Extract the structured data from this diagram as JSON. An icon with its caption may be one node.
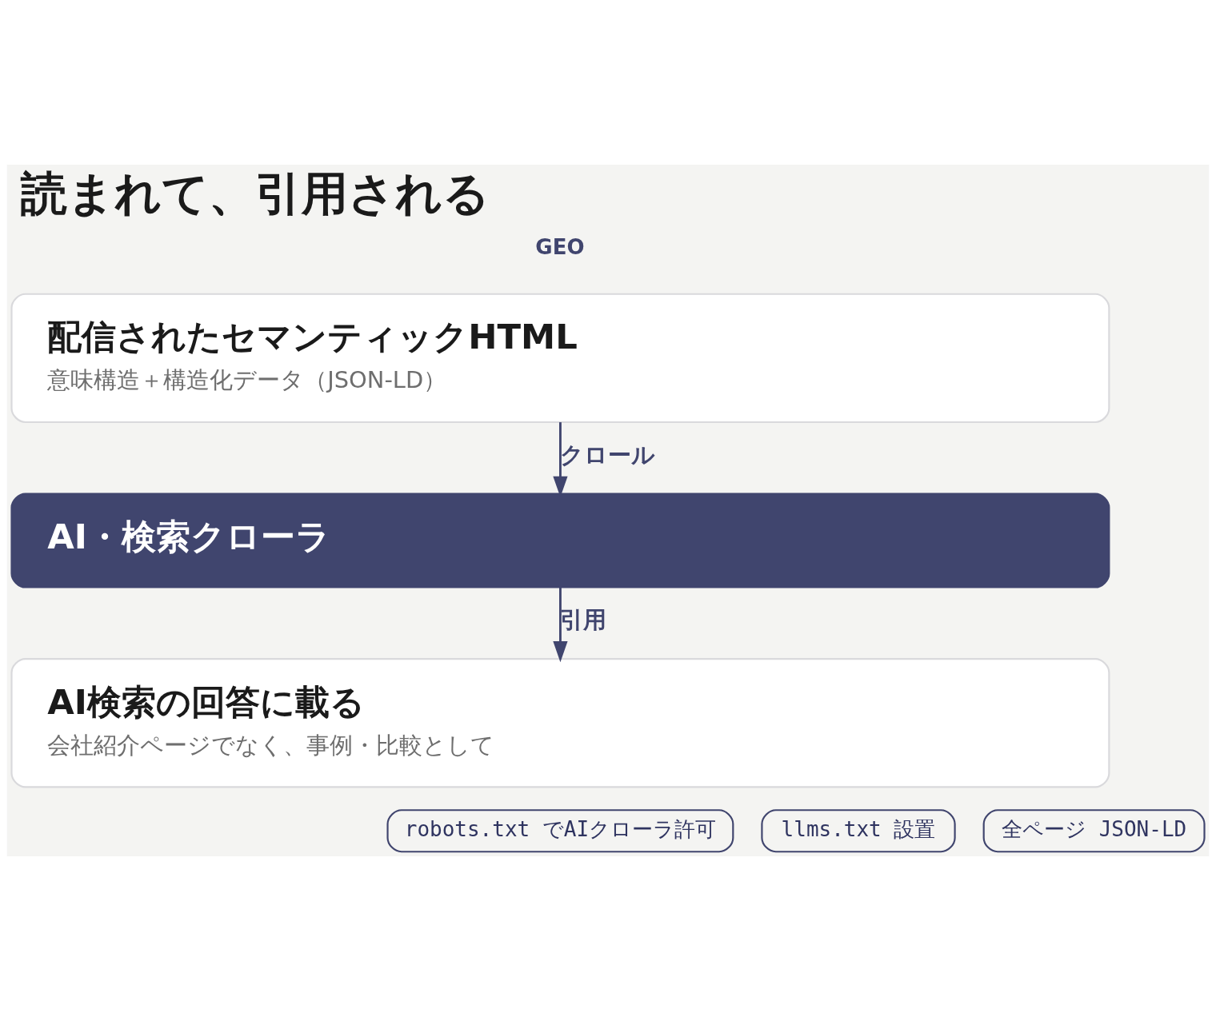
{
  "diagram": {
    "title": "読まれて、引用される",
    "nodes": [
      {
        "text": [
          "配信されたセマンティックHTML",
          "意味構造＋構造化データ（JSON-LD）"
        ]
      },
      {
        "text": [
          "AI・検索クローラ"
        ]
      },
      {
        "text": [
          "AI検索の回答に載る",
          "会社紹介ページでなく、事例・比較として"
        ]
      },
      {
        "text": [
          "robots.txt でAIクローラ許可"
        ]
      },
      {
        "text": [
          "llms.txt 設置"
        ]
      },
      {
        "text": [
          "全ページ JSON-LD"
        ]
      }
    ],
    "edges": [
      {
        "from": 0,
        "to": 1,
        "arrow": "to",
        "label": "クロール"
      },
      {
        "from": 1,
        "to": 2,
        "arrow": "to",
        "label": "引用"
      }
    ],
    "labels": [
      "GEO"
    ]
  }
}
